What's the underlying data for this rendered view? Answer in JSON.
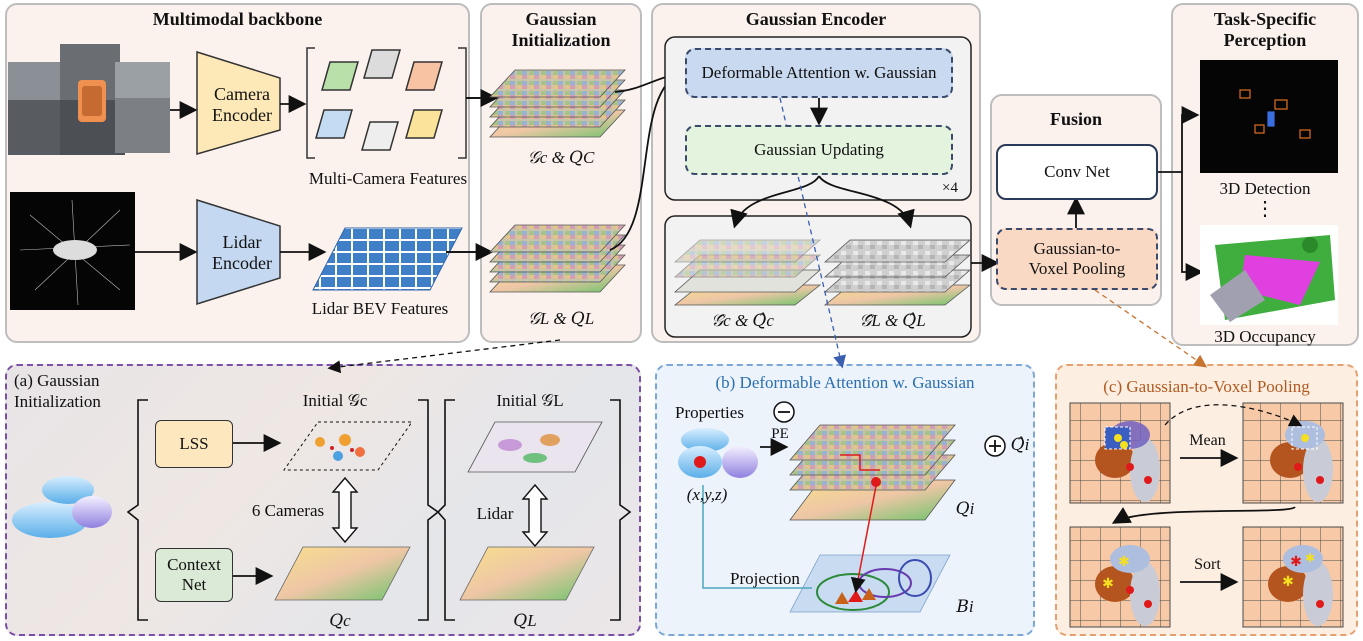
{
  "backbone": {
    "title": "Multimodal backbone",
    "camera_encoder": "Camera Encoder",
    "camera_features": "Multi-Camera Features",
    "lidar_encoder": "Lidar Encoder",
    "lidar_features": "Lidar BEV Features"
  },
  "init": {
    "title_line1": "Gaussian",
    "title_line2": "Initialization",
    "cam_label": "𝒢c & 𝑄C",
    "lidar_label": "𝒢L & 𝑄L"
  },
  "encoder": {
    "title": "Gaussian Encoder",
    "deform_attn": "Deformable Attention w. Gaussian",
    "updating": "Gaussian Updating",
    "repeat": "×4",
    "cam_out": "𝒢̂c & 𝑄̂c",
    "lidar_out": "𝒢̂L & 𝑄̂L"
  },
  "fusion": {
    "title": "Fusion",
    "conv": "Conv Net",
    "pool_line1": "Gaussian-to-",
    "pool_line2": "Voxel Pooling"
  },
  "task": {
    "title_line1": "Task-Specific",
    "title_line2": "Perception",
    "detection": "3D Detection",
    "dots": "⋮",
    "occupancy": "3D Occupancy"
  },
  "panel_a": {
    "title_line1": "(a) Gaussian",
    "title_line2": "Initialization",
    "lss": "LSS",
    "context_line1": "Context",
    "context_line2": "Net",
    "initial_gc": "Initial 𝒢c",
    "initial_gl": "Initial 𝒢L",
    "cameras": "6 Cameras",
    "lidar": "Lidar",
    "qc": "𝑄c",
    "ql": "𝑄L"
  },
  "panel_b": {
    "title": "(b) Deformable Attention w. Gaussian",
    "properties": "Properties",
    "pe": "PE",
    "xyz": "(x,y,z)",
    "qhat": "𝑄̂i",
    "qi": "𝑄i",
    "projection": "Projection",
    "bi": "𝐵i"
  },
  "panel_c": {
    "title": "(c) Gaussian-to-Voxel Pooling",
    "mean": "Mean",
    "sort": "Sort"
  },
  "colors": {
    "panel_bg": "#fbf2ee",
    "encoder_blue": "#c9d9f0",
    "camera_enc": "#fde9b8",
    "lidar_enc": "#c4d9f1",
    "update_green": "#e3f3dd",
    "pool_orange": "#f9d9c4",
    "panel_a_border": "#7a4fa8",
    "panel_b_border": "#7aa7d6",
    "panel_c_border": "#e6a070"
  }
}
